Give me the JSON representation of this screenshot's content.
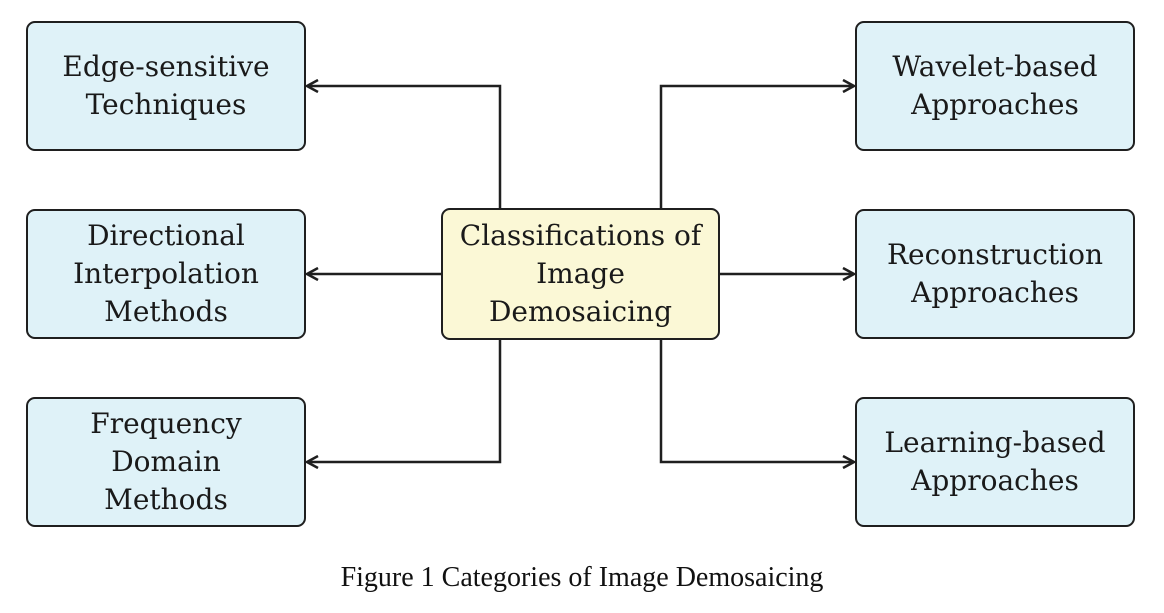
{
  "diagram": {
    "center": {
      "lines": [
        "Classifications of",
        "Image",
        "Demosaicing"
      ]
    },
    "left": [
      {
        "lines": [
          "Edge-sensitive",
          "Techniques"
        ]
      },
      {
        "lines": [
          "Directional",
          "Interpolation",
          "Methods"
        ]
      },
      {
        "lines": [
          "Frequency",
          "Domain",
          "Methods"
        ]
      }
    ],
    "right": [
      {
        "lines": [
          "Wavelet-based",
          "Approaches"
        ]
      },
      {
        "lines": [
          "Reconstruction",
          "Approaches"
        ]
      },
      {
        "lines": [
          "Learning-based",
          "Approaches"
        ]
      }
    ],
    "colors": {
      "center_fill": "#fbf8d6",
      "leaf_fill": "#dff2f8",
      "stroke": "#1f1f1f"
    }
  },
  "caption": "Figure 1 Categories of Image Demosaicing"
}
